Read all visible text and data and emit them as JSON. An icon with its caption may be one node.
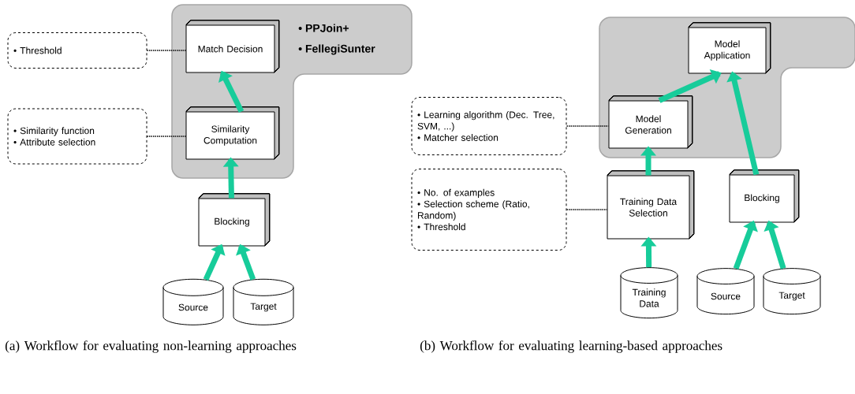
{
  "diagram": {
    "nodes": [
      {
        "text": [
          "• PPJoin+",
          "• FellegiSunter"
        ]
      },
      {
        "text": [
          "Match Decision"
        ],
        "in": 0
      },
      {
        "text": [
          "Similarity Computation"
        ],
        "in": 0
      },
      {
        "text": [
          "Blocking"
        ]
      },
      {
        "text": [
          "Source"
        ]
      },
      {
        "text": [
          "Target"
        ]
      },
      {
        "text": [
          "• Threshold"
        ]
      },
      {
        "text": [
          "• Similarity function",
          "• Attribute selection"
        ]
      },
      {
        "text": [],
        "shape": "box"
      },
      {
        "text": [
          "Model Application"
        ],
        "in": 8
      },
      {
        "text": [
          "Model Generation"
        ],
        "in": 8
      },
      {
        "text": [
          "Training Data Selection"
        ]
      },
      {
        "text": [
          "Blocking"
        ]
      },
      {
        "text": [
          "Training Data"
        ]
      },
      {
        "text": [
          "Source"
        ]
      },
      {
        "text": [
          "Target"
        ]
      },
      {
        "text": [
          "• Learning algorithm (Dec. Tree, SVM, ...)",
          "• Matcher selection"
        ]
      },
      {
        "text": [
          "• No. of examples",
          "• Selection scheme (Ratio, Random)",
          "• Threshold"
        ]
      }
    ],
    "edges": [
      {
        "from": 4,
        "to": 3,
        "arrow": "to"
      },
      {
        "from": 5,
        "to": 3,
        "arrow": "to"
      },
      {
        "from": 3,
        "to": 2,
        "arrow": "to"
      },
      {
        "from": 2,
        "to": 1,
        "arrow": "to"
      },
      {
        "from": 6,
        "to": 1,
        "arrow": "none",
        "style": "dashed",
        "color": "#000000"
      },
      {
        "from": 7,
        "to": 2,
        "arrow": "none",
        "style": "dashed",
        "color": "#000000"
      },
      {
        "from": 10,
        "to": 9,
        "arrow": "to"
      },
      {
        "from": 12,
        "to": 9,
        "arrow": "to"
      },
      {
        "from": 11,
        "to": 10,
        "arrow": "to"
      },
      {
        "from": 13,
        "to": 11,
        "arrow": "to"
      },
      {
        "from": 14,
        "to": 12,
        "arrow": "to"
      },
      {
        "from": 15,
        "to": 12,
        "arrow": "to"
      },
      {
        "from": 16,
        "to": 10,
        "arrow": "none",
        "style": "dashed",
        "color": "#000000"
      },
      {
        "from": 17,
        "to": 11,
        "arrow": "none",
        "style": "dashed",
        "color": "#000000"
      }
    ],
    "labels": [
      "(a) Workflow for evaluating non-learning approaches",
      "(b) Workflow for evaluating learning-based approaches"
    ]
  }
}
